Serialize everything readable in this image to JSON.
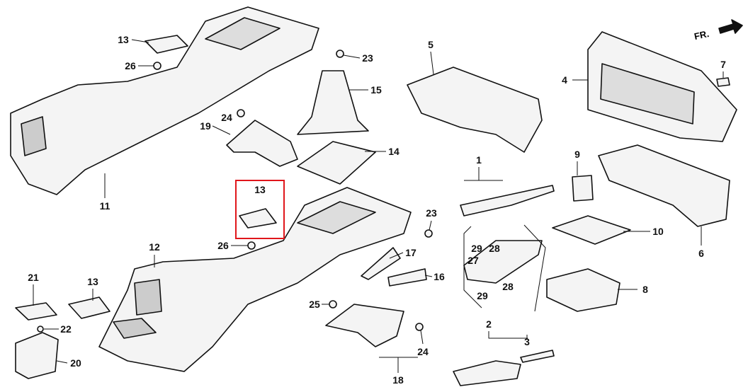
{
  "diagram": {
    "direction_label": "FR.",
    "highlight_color": "#e0161b",
    "callouts": [
      {
        "id": "c13a",
        "text": "13"
      },
      {
        "id": "c26a",
        "text": "26"
      },
      {
        "id": "c23a",
        "text": "23"
      },
      {
        "id": "c15",
        "text": "15"
      },
      {
        "id": "c24a",
        "text": "24"
      },
      {
        "id": "c19",
        "text": "19"
      },
      {
        "id": "c14",
        "text": "14"
      },
      {
        "id": "c11",
        "text": "11"
      },
      {
        "id": "c13h",
        "text": "13"
      },
      {
        "id": "c26b",
        "text": "26"
      },
      {
        "id": "c12",
        "text": "12"
      },
      {
        "id": "c21",
        "text": "21"
      },
      {
        "id": "c13c",
        "text": "13"
      },
      {
        "id": "c22",
        "text": "22"
      },
      {
        "id": "c20",
        "text": "20"
      },
      {
        "id": "c25",
        "text": "25"
      },
      {
        "id": "c23b",
        "text": "23"
      },
      {
        "id": "c17",
        "text": "17"
      },
      {
        "id": "c16",
        "text": "16"
      },
      {
        "id": "c27",
        "text": "27"
      },
      {
        "id": "c29a",
        "text": "29"
      },
      {
        "id": "c28a",
        "text": "28"
      },
      {
        "id": "c28b",
        "text": "28"
      },
      {
        "id": "c29b",
        "text": "29"
      },
      {
        "id": "c18",
        "text": "18"
      },
      {
        "id": "c24b",
        "text": "24"
      },
      {
        "id": "c2",
        "text": "2"
      },
      {
        "id": "c3",
        "text": "3"
      },
      {
        "id": "c1",
        "text": "1"
      },
      {
        "id": "c5",
        "text": "5"
      },
      {
        "id": "c4",
        "text": "4"
      },
      {
        "id": "c7",
        "text": "7"
      },
      {
        "id": "c9",
        "text": "9"
      },
      {
        "id": "c10",
        "text": "10"
      },
      {
        "id": "c6",
        "text": "6"
      },
      {
        "id": "c8",
        "text": "8"
      }
    ]
  }
}
